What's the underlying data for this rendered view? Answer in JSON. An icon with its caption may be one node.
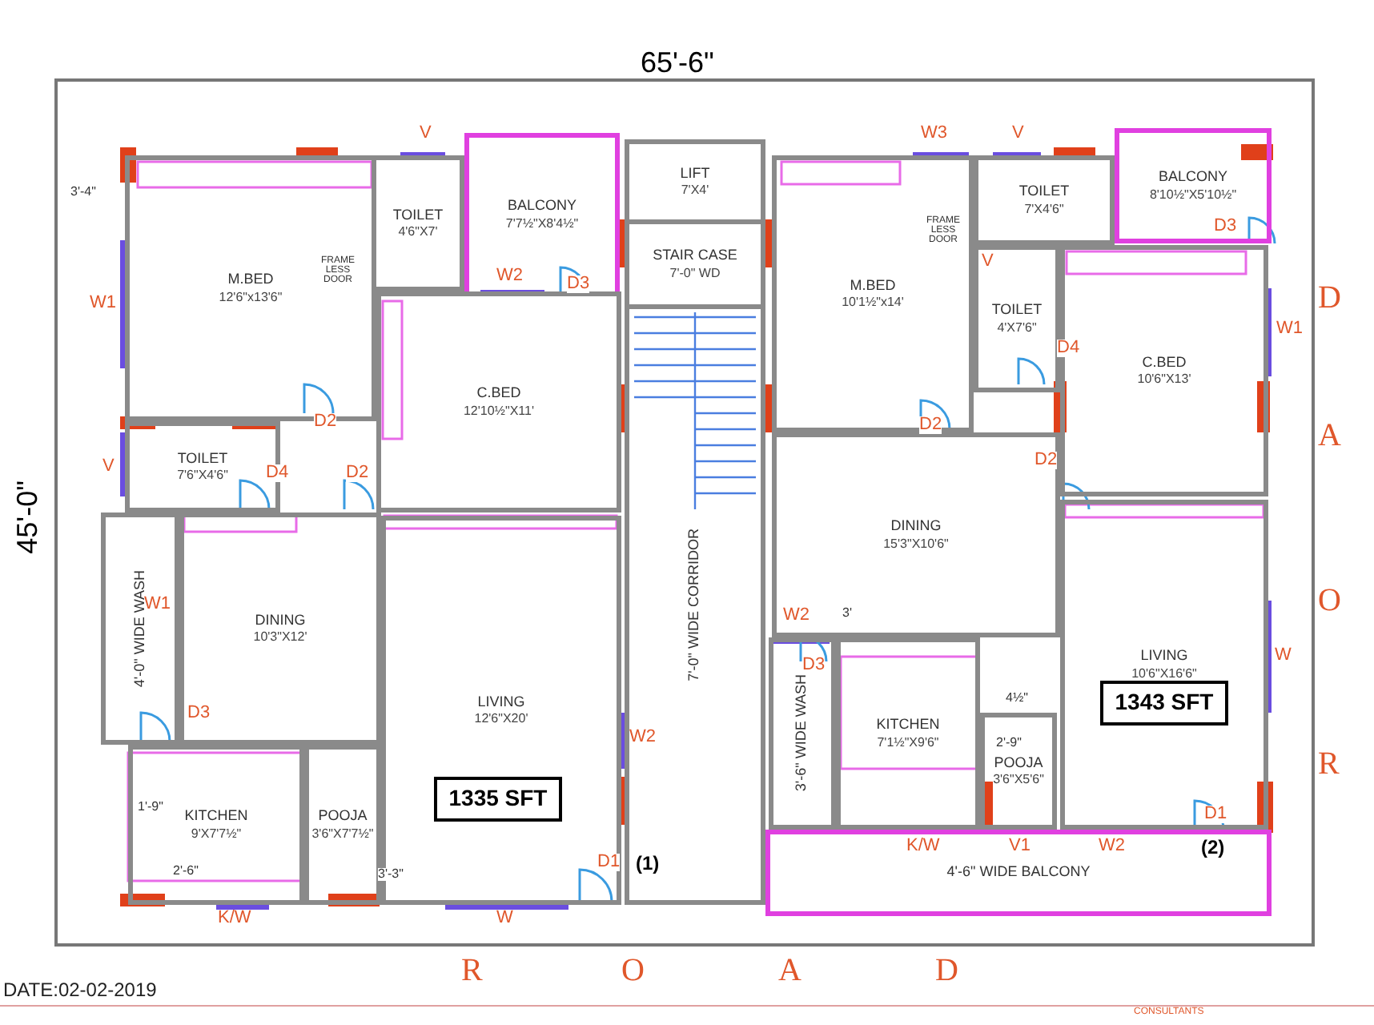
{
  "diagram": {
    "nodes": [
      {
        "text": [
          "M.BED",
          "12'6\"x13'6\""
        ]
      },
      {
        "text": [
          "TOILET",
          "4'6\"X7'"
        ]
      },
      {
        "text": [
          "BALCONY",
          "7'7½\"X8'4½\""
        ]
      },
      {
        "text": [
          "C.BED",
          "12'10½\"X11'"
        ]
      },
      {
        "text": [
          "TOILET",
          "7'6\"X4'6\""
        ]
      },
      {
        "text": [
          "4'-0\" WIDE WASH"
        ]
      },
      {
        "text": [
          "DINING",
          "10'3\"X12'"
        ]
      },
      {
        "text": [
          "KITCHEN",
          "9'X7'7½\""
        ]
      },
      {
        "text": [
          "POOJA",
          "3'6\"X7'7½\""
        ]
      },
      {
        "text": [
          "LIVING",
          "12'6\"X20'"
        ]
      },
      {
        "text": [
          "1335 SFT"
        ],
        "in": 9
      },
      {
        "text": [
          "LIFT",
          "7'X4'"
        ]
      },
      {
        "text": [
          "STAIR CASE",
          "7'-0\" WD"
        ]
      },
      {
        "text": [
          "7'-0\" WIDE CORRIDOR"
        ]
      },
      {
        "text": [
          "M.BED",
          "10'1½\"x14'"
        ]
      },
      {
        "text": [
          "TOILET",
          "7'X4'6\""
        ]
      },
      {
        "text": [
          "BALCONY",
          "8'10½\"X5'10½\""
        ]
      },
      {
        "text": [
          "TOILET",
          "4'X7'6\""
        ]
      },
      {
        "text": [
          "C.BED",
          "10'6\"X13'"
        ]
      },
      {
        "text": [
          "DINING",
          "15'3\"X10'6\""
        ]
      },
      {
        "text": [
          "LIVING",
          "10'6\"X16'6\""
        ]
      },
      {
        "text": [
          "1343 SFT"
        ],
        "in": 20
      },
      {
        "text": [
          "3'-6\" WIDE WASH"
        ]
      },
      {
        "text": [
          "KITCHEN",
          "7'1½\"X9'6\""
        ]
      },
      {
        "text": [
          "POOJA",
          "3'6\"X5'6\""
        ]
      },
      {
        "text": [
          "4'-6\" WIDE BALCONY"
        ]
      }
    ],
    "labels": [
      "65'-6\"",
      "45'-0\"",
      "3'-4\"",
      "W1",
      "V",
      "FRAME LESS DOOR",
      "D2",
      "D4",
      "D2",
      "W2",
      "D3",
      "V",
      "W1",
      "D3",
      "1'-9\"",
      "2'-6\"",
      "K/W",
      "3'-3\"",
      "W",
      "D1",
      "(1)",
      "W2",
      "W3",
      "V",
      "FRAME LESS DOOR",
      "V",
      "D3",
      "W1",
      "D4",
      "D2",
      "D2",
      "W2",
      "3'",
      "D3",
      "K/W",
      "V1",
      "W2",
      "D1",
      "(2)",
      "W",
      "2'-9\"",
      "4½\"",
      "D",
      "A",
      "O",
      "R",
      "R",
      "O",
      "A",
      "D",
      "DATE:02-02-2019",
      "CONSULTANTS"
    ]
  }
}
